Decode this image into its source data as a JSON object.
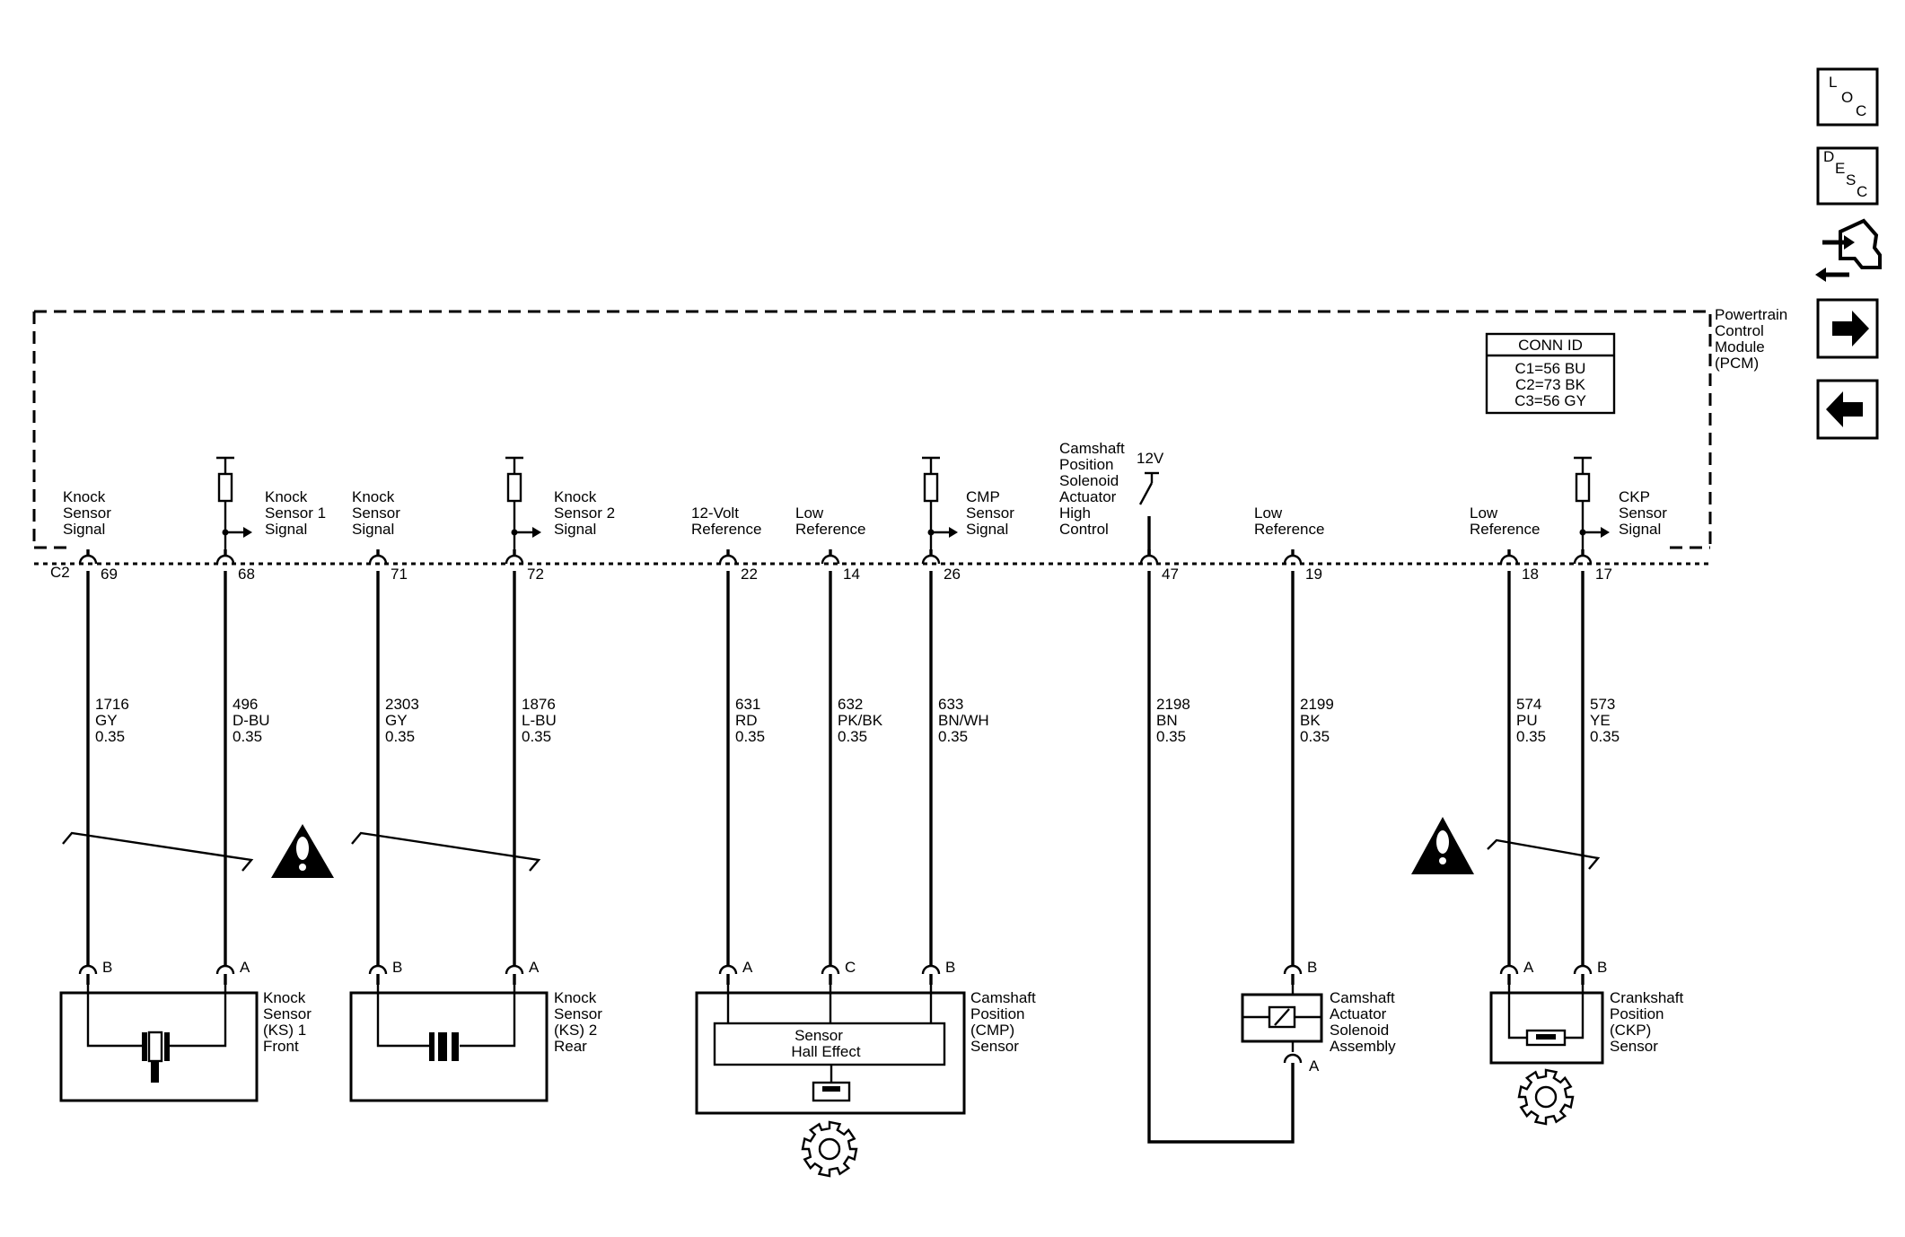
{
  "module": {
    "label": [
      "Powertrain",
      "Control",
      "Module",
      "(PCM)"
    ],
    "conn_id": {
      "title": "CONN ID",
      "lines": [
        "C1=56 BU",
        "C2=73 BK",
        "C3=56 GY"
      ]
    },
    "connector": "C2",
    "voltage": "12V"
  },
  "nav": {
    "loc": [
      "L",
      "O",
      "C"
    ],
    "desc": [
      "D",
      "E",
      "S",
      "C"
    ]
  },
  "circuits": [
    {
      "func": [
        "Knock",
        "Sensor",
        "Signal"
      ],
      "pin": "69",
      "circuit": "1716",
      "color": "GY",
      "gauge": "0.35",
      "term": "B"
    },
    {
      "func": [
        "Knock",
        "Sensor 1",
        "Signal"
      ],
      "pin": "68",
      "circuit": "496",
      "color": "D-BU",
      "gauge": "0.35",
      "term": "A"
    },
    {
      "func": [
        "Knock",
        "Sensor",
        "Signal"
      ],
      "pin": "71",
      "circuit": "2303",
      "color": "GY",
      "gauge": "0.35",
      "term": "B"
    },
    {
      "func": [
        "Knock",
        "Sensor 2",
        "Signal"
      ],
      "pin": "72",
      "circuit": "1876",
      "color": "L-BU",
      "gauge": "0.35",
      "term": "A"
    },
    {
      "func": [
        "12-Volt",
        "Reference"
      ],
      "pin": "22",
      "circuit": "631",
      "color": "RD",
      "gauge": "0.35",
      "term": "A"
    },
    {
      "func": [
        "Low",
        "Reference"
      ],
      "pin": "14",
      "circuit": "632",
      "color": "PK/BK",
      "gauge": "0.35",
      "term": "C"
    },
    {
      "func": [
        "CMP",
        "Sensor",
        "Signal"
      ],
      "pin": "26",
      "circuit": "633",
      "color": "BN/WH",
      "gauge": "0.35",
      "term": "B"
    },
    {
      "func": [
        "Camshaft",
        "Position",
        "Solenoid",
        "Actuator",
        "High",
        "Control"
      ],
      "pin": "47",
      "circuit": "2198",
      "color": "BN",
      "gauge": "0.35",
      "term": "A"
    },
    {
      "func": [
        "Low",
        "Reference"
      ],
      "pin": "19",
      "circuit": "2199",
      "color": "BK",
      "gauge": "0.35",
      "term": "B"
    },
    {
      "func": [
        "Low",
        "Reference"
      ],
      "pin": "18",
      "circuit": "574",
      "color": "PU",
      "gauge": "0.35",
      "term": "A"
    },
    {
      "func": [
        "CKP",
        "Sensor",
        "Signal"
      ],
      "pin": "17",
      "circuit": "573",
      "color": "YE",
      "gauge": "0.35",
      "term": "B"
    }
  ],
  "components": {
    "ks1": [
      "Knock",
      "Sensor",
      "(KS) 1",
      "Front"
    ],
    "ks2": [
      "Knock",
      "Sensor",
      "(KS) 2",
      "Rear"
    ],
    "cmp": [
      "Camshaft",
      "Position",
      "(CMP)",
      "Sensor"
    ],
    "cmp_inner": [
      "Sensor",
      "Hall Effect"
    ],
    "actuator": [
      "Camshaft",
      "Actuator",
      "Solenoid",
      "Assembly"
    ],
    "ckp": [
      "Crankshaft",
      "Position",
      "(CKP)",
      "Sensor"
    ]
  }
}
